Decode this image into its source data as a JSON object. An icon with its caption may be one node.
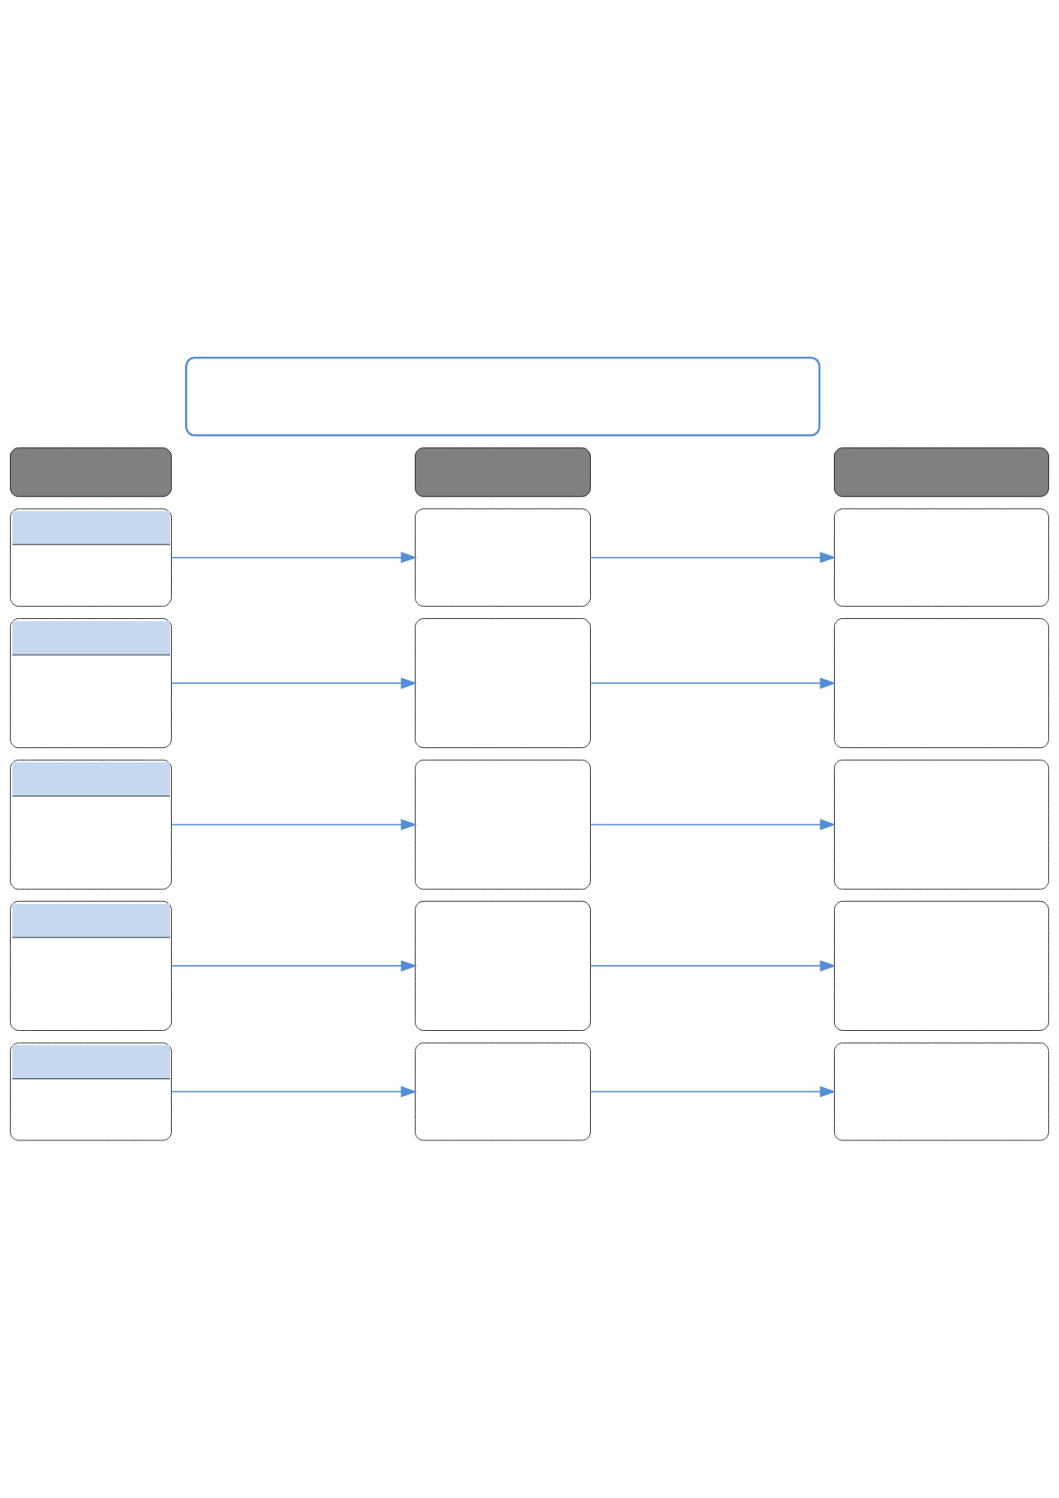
{
  "diagram": {
    "nodes": [
      {
        "text": [],
        "shape": "box"
      },
      {
        "text": [],
        "shape": "box"
      },
      {
        "text": [],
        "shape": "box"
      },
      {
        "text": [],
        "shape": "box"
      },
      {
        "text": [],
        "shape": "box"
      },
      {
        "text": [],
        "shape": "box"
      },
      {
        "text": [],
        "shape": "box"
      },
      {
        "text": [],
        "shape": "box"
      },
      {
        "text": [],
        "shape": "box"
      },
      {
        "text": [],
        "shape": "box"
      },
      {
        "text": [],
        "shape": "box"
      },
      {
        "text": [],
        "shape": "box"
      },
      {
        "text": [],
        "shape": "box"
      },
      {
        "text": [],
        "shape": "box"
      },
      {
        "text": [],
        "shape": "box"
      },
      {
        "text": [],
        "shape": "box"
      },
      {
        "text": [],
        "shape": "box"
      },
      {
        "text": [],
        "shape": "box"
      },
      {
        "text": [],
        "shape": "box"
      }
    ],
    "edges": [
      {
        "from": 4,
        "to": 5,
        "arrow": "to"
      },
      {
        "from": 5,
        "to": 6,
        "arrow": "to"
      },
      {
        "from": 7,
        "to": 8,
        "arrow": "to"
      },
      {
        "from": 8,
        "to": 9,
        "arrow": "to"
      },
      {
        "from": 10,
        "to": 11,
        "arrow": "to"
      },
      {
        "from": 11,
        "to": 12,
        "arrow": "to"
      },
      {
        "from": 13,
        "to": 14,
        "arrow": "to"
      },
      {
        "from": 14,
        "to": 15,
        "arrow": "to"
      },
      {
        "from": 16,
        "to": 17,
        "arrow": "to"
      },
      {
        "from": 17,
        "to": 18,
        "arrow": "to"
      }
    ]
  }
}
